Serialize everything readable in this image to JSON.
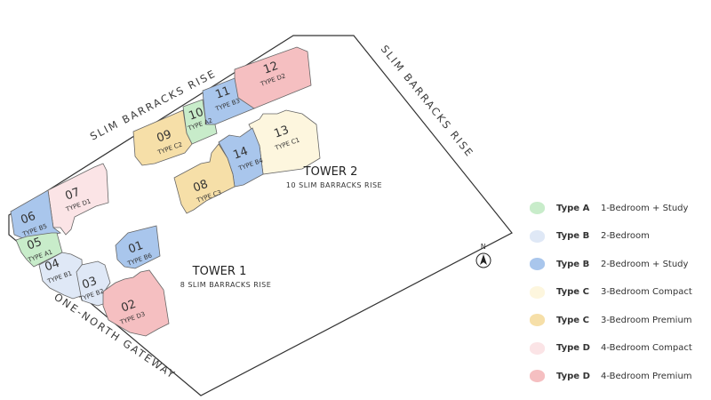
{
  "roads": {
    "north": "SLIM BARRACKS RISE",
    "east": "SLIM BARRACKS RISE",
    "southwest": "ONE-NORTH GATEWAY"
  },
  "towers": [
    {
      "name": "TOWER 2",
      "address": "10 SLIM BARRACKS RISE"
    },
    {
      "name": "TOWER 1",
      "address": "8 SLIM BARRACKS RISE"
    }
  ],
  "compass": {
    "label": "N"
  },
  "colors": {
    "A": "#c8ecca",
    "B": "#dfe8f6",
    "B_study": "#a9c6ec",
    "C_compact": "#fdf6de",
    "C_premium": "#f6dfa8",
    "D_compact": "#fbe4e6",
    "D_premium": "#f5bfc1"
  },
  "units": [
    {
      "num": "12",
      "type": "TYPE D2"
    },
    {
      "num": "11",
      "type": "TYPE B3"
    },
    {
      "num": "10",
      "type": "TYPE A2"
    },
    {
      "num": "09",
      "type": "TYPE C2"
    },
    {
      "num": "13",
      "type": "TYPE C1"
    },
    {
      "num": "14",
      "type": "TYPE B4"
    },
    {
      "num": "08",
      "type": "TYPE C3"
    },
    {
      "num": "07",
      "type": "TYPE D1"
    },
    {
      "num": "06",
      "type": "TYPE B5"
    },
    {
      "num": "05",
      "type": "TYPE A1"
    },
    {
      "num": "04",
      "type": "TYPE B1"
    },
    {
      "num": "03",
      "type": "TYPE B2"
    },
    {
      "num": "02",
      "type": "TYPE D3"
    },
    {
      "num": "01",
      "type": "TYPE B6"
    }
  ],
  "legend": [
    {
      "type": "Type A",
      "desc": "1-Bedroom + Study",
      "color": "#c8ecca"
    },
    {
      "type": "Type B",
      "desc": "2-Bedroom",
      "color": "#dfe8f6"
    },
    {
      "type": "Type B",
      "desc": "2-Bedroom + Study",
      "color": "#a9c6ec"
    },
    {
      "type": "Type C",
      "desc": "3-Bedroom Compact",
      "color": "#fdf6de"
    },
    {
      "type": "Type C",
      "desc": "3-Bedroom Premium",
      "color": "#f6dfa8"
    },
    {
      "type": "Type D",
      "desc": "4-Bedroom Compact",
      "color": "#fbe4e6"
    },
    {
      "type": "Type D",
      "desc": "4-Bedroom Premium",
      "color": "#f5bfc1"
    }
  ]
}
